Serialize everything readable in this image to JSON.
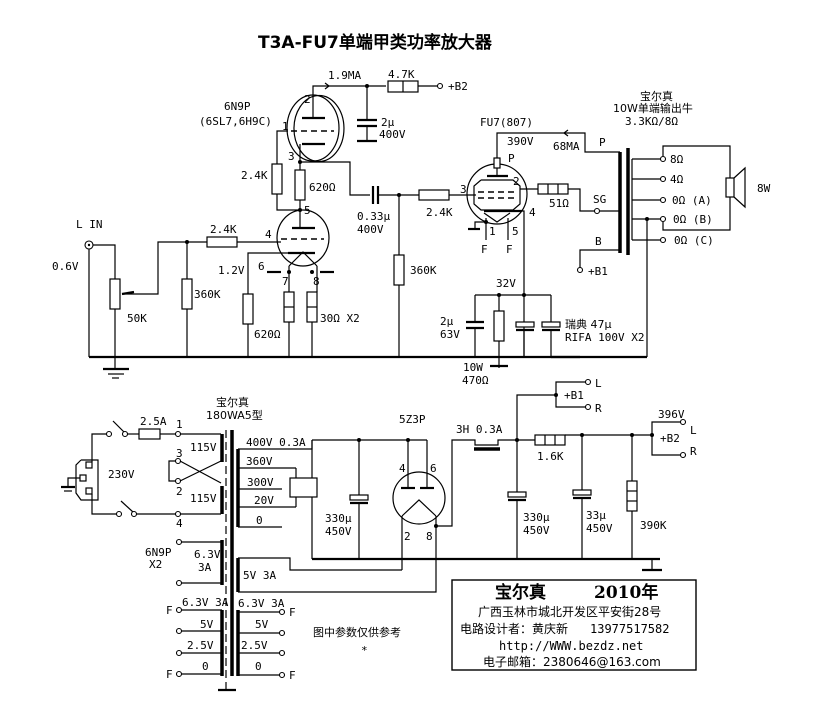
{
  "title": "T3A-FU7单端甲类功率放大器",
  "driver": {
    "tube": "6N9P",
    "tube_alt": "(6SL7,6H9C)",
    "plate_current": "1.9MA",
    "plate_res": "4.7K",
    "b2_label": "+B2",
    "decoupling_cap": "2μ",
    "decoupling_cap_v": "400V",
    "grid_res": "2.4K",
    "load_res": "620Ω",
    "input_label": "L IN",
    "input_v": "0.6V",
    "input_series_res": "2.4K",
    "volume_pot": "50K",
    "grid_leak": "360K",
    "cathode_v": "1.2V",
    "cathode_res": "620Ω",
    "heater_res": "30Ω X2",
    "coupling_cap": "0.33μ",
    "coupling_cap_v": "400V",
    "pins": [
      "1",
      "2",
      "3",
      "4",
      "5",
      "6",
      "7",
      "8"
    ]
  },
  "output_stage": {
    "tube": "FU7(807)",
    "plate_v": "390V",
    "plate_label": "P",
    "plate_current": "68MA",
    "grid_stopper": "2.4K",
    "grid_leak": "360K",
    "screen_res": "51Ω",
    "cathode_v": "32V",
    "bypass_cap": "2μ",
    "bypass_cap_v": "63V",
    "cathode_res_w": "10W",
    "cathode_res": "470Ω",
    "elec_caps": "瑞典 47μ",
    "elec_caps_spec": "RIFA 100V X2",
    "pins": [
      "1",
      "2",
      "3",
      "4",
      "5"
    ],
    "filament": [
      "F",
      "F"
    ]
  },
  "output_transformer": {
    "brand": "宝尔真",
    "desc": "10W单端输出牛",
    "ratio": "3.3KΩ/8Ω",
    "taps_primary": [
      "P",
      "SG",
      "B"
    ],
    "b1_label": "+B1",
    "taps_secondary": [
      "8Ω",
      "4Ω",
      "0Ω (A)",
      "0Ω (B)",
      "0Ω (C)"
    ],
    "speaker": "8W"
  },
  "power_supply": {
    "fuse": "2.5A",
    "mains": "230V",
    "transformer_brand": "宝尔真",
    "transformer_model": "180WA5型",
    "primary": [
      "115V",
      "115V"
    ],
    "primary_pins": [
      "1",
      "3",
      "2",
      "4"
    ],
    "secondary": [
      "400V 0.3A",
      "360V",
      "300V",
      "20V",
      "0"
    ],
    "rectifier": "5Z3P",
    "rect_pins": [
      "4",
      "6",
      "2",
      "8"
    ],
    "cap1": "330μ",
    "cap1_v": "450V",
    "choke": "3H 0.3A",
    "b1_label": "+B1",
    "b1_ch": [
      "L",
      "R"
    ],
    "dropper": "1.6K",
    "cap2": "330μ",
    "cap2_v": "450V",
    "cap3": "33μ",
    "cap3_v": "450V",
    "bleeder": "390K",
    "b2_v": "396V",
    "b2_label": "+B2",
    "b2_ch": [
      "L",
      "R"
    ],
    "heater1_tube": "6N9P",
    "heater1_qty": "X2",
    "heater1": "6.3V",
    "heater1_a": "3A",
    "rect_heater": "5V 3A",
    "fil_left": [
      "6.3V 3A",
      "5V",
      "2.5V",
      "0"
    ],
    "fil_right": [
      "6.3V 3A",
      "5V",
      "2.5V",
      "0"
    ],
    "fil_labels": [
      "F",
      "F",
      "F",
      "F"
    ]
  },
  "note": "图中参数仅供参考",
  "note_mark": "*",
  "info": {
    "brand": "宝尔真",
    "year": "2010年",
    "address": "广西玉林市城北开发区平安街28号",
    "designer": "电路设计者：黄庆新",
    "phone": "13977517582",
    "url": "http://WWW.bezdz.net",
    "email": "电子邮箱：2380646@163.com"
  }
}
